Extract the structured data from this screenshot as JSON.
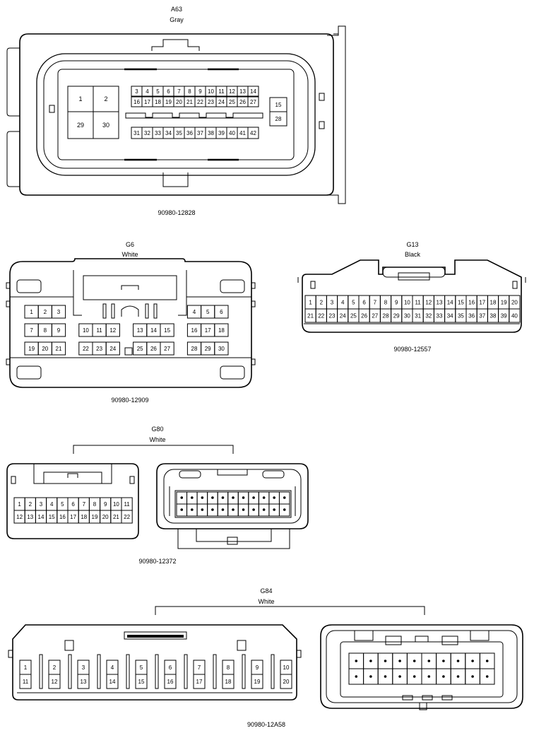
{
  "connectors": {
    "a63": {
      "code": "A63",
      "color": "Gray",
      "part": "90980-12828",
      "big_pins": [
        "1",
        "2",
        "29",
        "30"
      ],
      "row1": [
        "3",
        "4",
        "5",
        "6",
        "7",
        "8",
        "9",
        "10",
        "11",
        "12",
        "13",
        "14"
      ],
      "row2": [
        "16",
        "17",
        "18",
        "19",
        "20",
        "21",
        "22",
        "23",
        "24",
        "25",
        "26",
        "27"
      ],
      "row3": [
        "31",
        "32",
        "33",
        "34",
        "35",
        "36",
        "37",
        "38",
        "39",
        "40",
        "41",
        "42"
      ],
      "side": [
        "15",
        "28"
      ]
    },
    "g6": {
      "code": "G6",
      "color": "White",
      "part": "90980-12909",
      "row1": [
        "1",
        "2",
        "3",
        "",
        "",
        "",
        "",
        "",
        "",
        "",
        "",
        "",
        "4",
        "5",
        "6"
      ],
      "row2": [
        "7",
        "8",
        "9",
        "",
        "10",
        "11",
        "12",
        "",
        "13",
        "14",
        "15",
        "",
        "16",
        "17",
        "18"
      ],
      "row3": [
        "19",
        "20",
        "21",
        "",
        "22",
        "23",
        "24",
        "",
        "25",
        "26",
        "27",
        "",
        "28",
        "29",
        "30"
      ]
    },
    "g13": {
      "code": "G13",
      "color": "Black",
      "part": "90980-12557",
      "row1": [
        "1",
        "2",
        "3",
        "4",
        "5",
        "6",
        "7",
        "8",
        "9",
        "10",
        "11",
        "12",
        "13",
        "14",
        "15",
        "16",
        "17",
        "18",
        "19",
        "20"
      ],
      "row2": [
        "21",
        "22",
        "23",
        "24",
        "25",
        "26",
        "27",
        "28",
        "29",
        "30",
        "31",
        "32",
        "33",
        "34",
        "35",
        "36",
        "37",
        "38",
        "39",
        "40"
      ]
    },
    "g80": {
      "code": "G80",
      "color": "White",
      "part": "90980-12372",
      "row1": [
        "1",
        "2",
        "3",
        "4",
        "5",
        "6",
        "7",
        "8",
        "9",
        "10",
        "11"
      ],
      "row2": [
        "12",
        "13",
        "14",
        "15",
        "16",
        "17",
        "18",
        "19",
        "20",
        "21",
        "22"
      ]
    },
    "g84": {
      "code": "G84",
      "color": "White",
      "part": "90980-12A58",
      "row1": [
        "1",
        "2",
        "3",
        "4",
        "5",
        "6",
        "7",
        "8",
        "9",
        "10"
      ],
      "row2": [
        "11",
        "12",
        "13",
        "14",
        "15",
        "16",
        "17",
        "18",
        "19",
        "20"
      ]
    }
  }
}
